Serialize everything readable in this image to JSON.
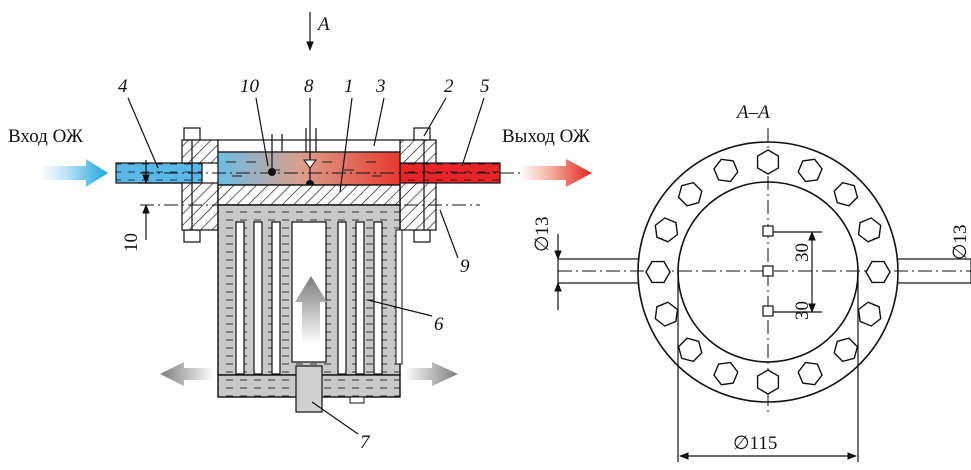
{
  "labels": {
    "inlet": "Вход ОЖ",
    "outlet": "Выход ОЖ",
    "view_arrow": "A",
    "section_title": "A–A"
  },
  "parts": [
    "1",
    "2",
    "3",
    "4",
    "5",
    "6",
    "7",
    "8",
    "9",
    "10"
  ],
  "dimensions": {
    "gap": "10",
    "pipe_left": "∅13",
    "pipe_right": "∅13",
    "spacing_upper": "30",
    "spacing_lower": "30",
    "flange_diameter": "∅115"
  },
  "colors": {
    "coolant_in": "#5ab8e6",
    "coolant_hot": "#e8262a",
    "body_gray": "#c9c9c9",
    "arrow_gray": "#8c8c8c"
  }
}
